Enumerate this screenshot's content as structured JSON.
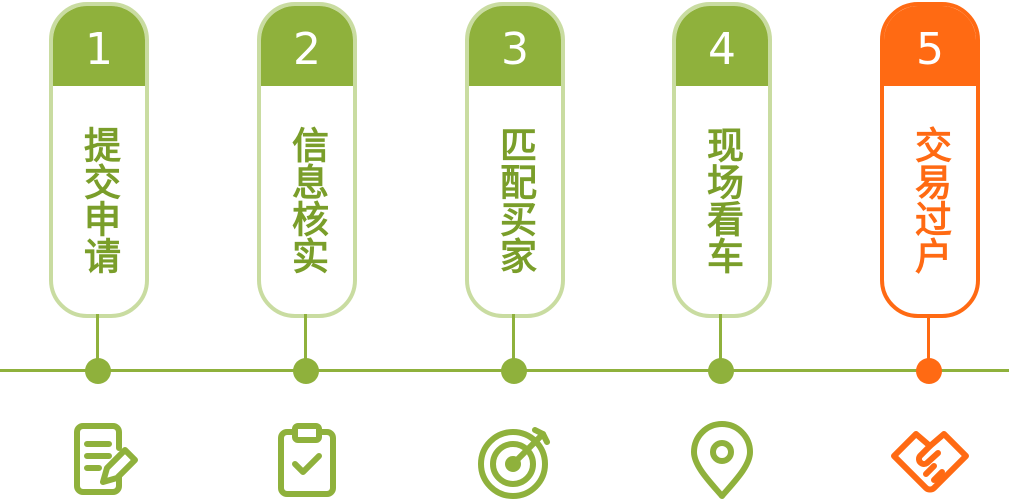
{
  "steps": [
    {
      "number": "1",
      "label": "提交申请",
      "icon": "edit-document-icon"
    },
    {
      "number": "2",
      "label": "信息核实",
      "icon": "clipboard-check-icon"
    },
    {
      "number": "3",
      "label": "匹配买家",
      "icon": "target-icon"
    },
    {
      "number": "4",
      "label": "现场看车",
      "icon": "location-pin-icon"
    },
    {
      "number": "5",
      "label": "交易过户",
      "icon": "handshake-icon"
    }
  ],
  "colors": {
    "primary": "#8fb13c",
    "light_border": "#c9dca1",
    "active": "#ff6a13"
  },
  "active_step": "5"
}
